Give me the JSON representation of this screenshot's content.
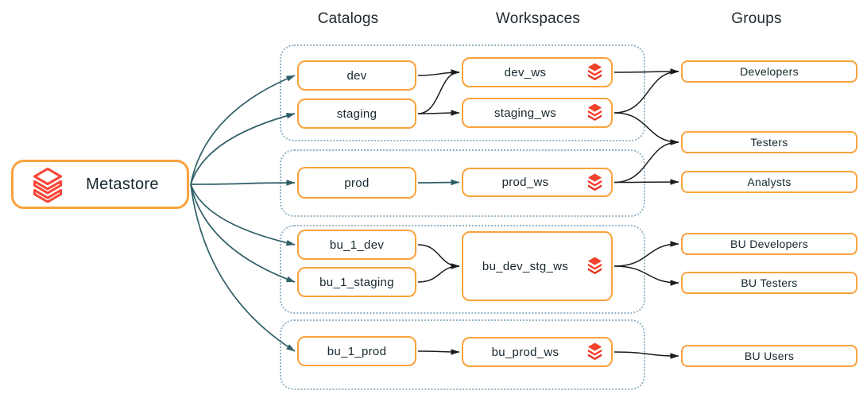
{
  "headers": {
    "catalogs": "Catalogs",
    "workspaces": "Workspaces",
    "groups": "Groups"
  },
  "metastore": {
    "label": "Metastore",
    "icon": "databricks-logo-outline-icon"
  },
  "catalogs": [
    {
      "id": "dev",
      "label": "dev"
    },
    {
      "id": "staging",
      "label": "staging"
    },
    {
      "id": "prod",
      "label": "prod"
    },
    {
      "id": "bu_1_dev",
      "label": "bu_1_dev"
    },
    {
      "id": "bu_1_staging",
      "label": "bu_1_staging"
    },
    {
      "id": "bu_1_prod",
      "label": "bu_1_prod"
    }
  ],
  "workspaces": [
    {
      "id": "dev_ws",
      "label": "dev_ws",
      "icon": "databricks-logo-icon"
    },
    {
      "id": "staging_ws",
      "label": "staging_ws",
      "icon": "databricks-logo-icon"
    },
    {
      "id": "prod_ws",
      "label": "prod_ws",
      "icon": "databricks-logo-icon"
    },
    {
      "id": "bu_dev_stg_ws",
      "label": "bu_dev_stg_ws",
      "icon": "databricks-logo-icon"
    },
    {
      "id": "bu_prod_ws",
      "label": "bu_prod_ws",
      "icon": "databricks-logo-icon"
    }
  ],
  "groups": [
    {
      "id": "developers",
      "label": "Developers"
    },
    {
      "id": "testers",
      "label": "Testers"
    },
    {
      "id": "analysts",
      "label": "Analysts"
    },
    {
      "id": "bu_developers",
      "label": "BU Developers"
    },
    {
      "id": "bu_testers",
      "label": "BU Testers"
    },
    {
      "id": "bu_users",
      "label": "BU Users"
    }
  ],
  "edges": [
    {
      "from": "metastore",
      "to": "dev",
      "tone": "teal"
    },
    {
      "from": "metastore",
      "to": "staging",
      "tone": "teal"
    },
    {
      "from": "metastore",
      "to": "prod",
      "tone": "teal"
    },
    {
      "from": "metastore",
      "to": "bu_1_dev",
      "tone": "teal"
    },
    {
      "from": "metastore",
      "to": "bu_1_staging",
      "tone": "teal"
    },
    {
      "from": "metastore",
      "to": "bu_1_prod",
      "tone": "teal"
    },
    {
      "from": "dev",
      "to": "dev_ws",
      "tone": "dark"
    },
    {
      "from": "staging",
      "to": "dev_ws",
      "tone": "dark"
    },
    {
      "from": "staging",
      "to": "staging_ws",
      "tone": "dark"
    },
    {
      "from": "prod",
      "to": "prod_ws",
      "tone": "teal"
    },
    {
      "from": "bu_1_dev",
      "to": "bu_dev_stg_ws",
      "tone": "dark"
    },
    {
      "from": "bu_1_staging",
      "to": "bu_dev_stg_ws",
      "tone": "dark"
    },
    {
      "from": "bu_1_prod",
      "to": "bu_prod_ws",
      "tone": "dark"
    },
    {
      "from": "dev_ws",
      "to": "developers",
      "tone": "dark"
    },
    {
      "from": "staging_ws",
      "to": "developers",
      "tone": "dark"
    },
    {
      "from": "staging_ws",
      "to": "testers",
      "tone": "dark"
    },
    {
      "from": "prod_ws",
      "to": "testers",
      "tone": "dark"
    },
    {
      "from": "prod_ws",
      "to": "analysts",
      "tone": "dark"
    },
    {
      "from": "bu_dev_stg_ws",
      "to": "bu_developers",
      "tone": "dark"
    },
    {
      "from": "bu_dev_stg_ws",
      "to": "bu_testers",
      "tone": "dark"
    },
    {
      "from": "bu_prod_ws",
      "to": "bu_users",
      "tone": "dark"
    }
  ],
  "colors": {
    "accent_orange": "#F9A23C",
    "brand_red": "#FF3621",
    "brand_coral": "#F1422B",
    "arrow_teal": "#2E5F66",
    "arrow_dark": "#1C1C1C",
    "cluster_border": "#97B3C4",
    "text": "#16262E"
  }
}
